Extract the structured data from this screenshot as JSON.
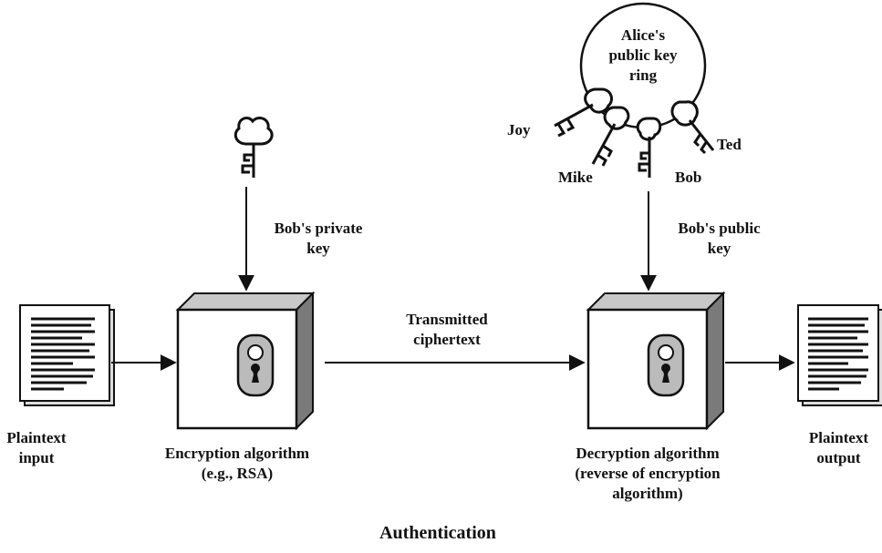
{
  "diagram": {
    "title": "Authentication",
    "plaintext_input": [
      "Plaintext",
      "input"
    ],
    "plaintext_output": [
      "Plaintext",
      "output"
    ],
    "encryption": [
      "Encryption algorithm",
      "(e.g., RSA)"
    ],
    "decryption": [
      "Decryption algorithm",
      "(reverse of encryption",
      "algorithm)"
    ],
    "private_key": [
      "Bob's private",
      "key"
    ],
    "public_key": [
      "Bob's public",
      "key"
    ],
    "ciphertext": [
      "Transmitted",
      "ciphertext"
    ],
    "key_ring": [
      "Alice's",
      "public key",
      "ring"
    ],
    "ring_keys": [
      "Joy",
      "Mike",
      "Bob",
      "Ted"
    ]
  }
}
